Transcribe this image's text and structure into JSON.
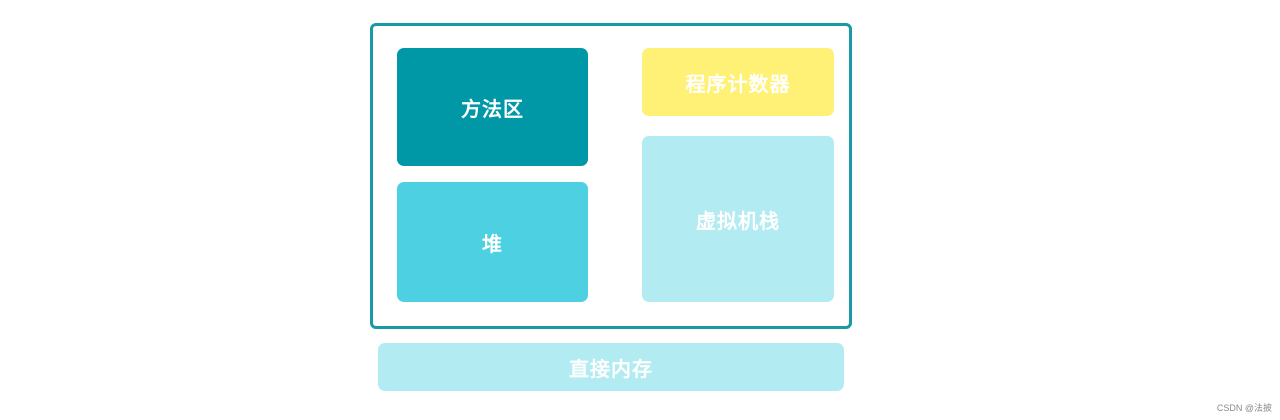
{
  "diagram": {
    "frame_border_color": "#1a9aa6",
    "blocks": {
      "method_area": {
        "label": "方法区",
        "color": "#0097a7"
      },
      "heap": {
        "label": "堆",
        "color": "#4dd0e1"
      },
      "pc_register": {
        "label": "程序计数器",
        "color": "#fff176"
      },
      "vm_stack": {
        "label": "虚拟机栈",
        "color": "#b2ebf2"
      },
      "direct_memory": {
        "label": "直接内存",
        "color": "#b2ebf2"
      }
    }
  },
  "watermark": {
    "text": "CSDN @法披"
  }
}
